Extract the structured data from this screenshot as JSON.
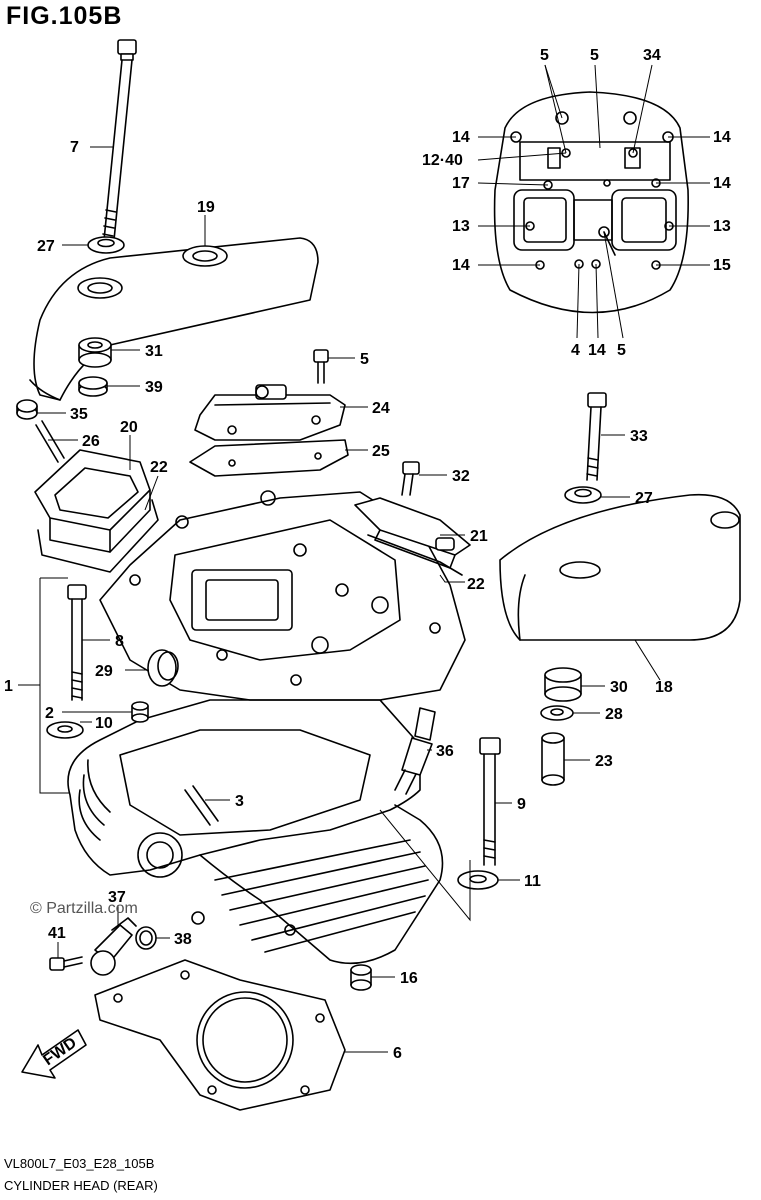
{
  "figure_title": "FIG.105B",
  "footer_code": "VL800L7_E03_E28_105B",
  "footer_title": "CYLINDER HEAD (REAR)",
  "watermark": "© Partzilla.com",
  "fwd_label": "FWD",
  "callouts": {
    "c1": "1",
    "c2": "2",
    "c3": "3",
    "c4": "4",
    "c5a": "5",
    "c5b": "5",
    "c5c": "5",
    "c5d": "5",
    "c6": "6",
    "c7": "7",
    "c8": "8",
    "c9": "9",
    "c10": "10",
    "c11": "11",
    "c1240": "12·40",
    "c13a": "13",
    "c13b": "13",
    "c14a": "14",
    "c14b": "14",
    "c14c": "14",
    "c14d": "14",
    "c14e": "14",
    "c15": "15",
    "c16": "16",
    "c17": "17",
    "c18": "18",
    "c19": "19",
    "c20": "20",
    "c21": "21",
    "c22a": "22",
    "c22b": "22",
    "c23": "23",
    "c24": "24",
    "c25": "25",
    "c26": "26",
    "c27a": "27",
    "c27b": "27",
    "c28": "28",
    "c29": "29",
    "c30": "30",
    "c31": "31",
    "c32": "32",
    "c33": "33",
    "c34": "34",
    "c35": "35",
    "c36": "36",
    "c37": "37",
    "c38": "38",
    "c39": "39",
    "c41": "41"
  }
}
